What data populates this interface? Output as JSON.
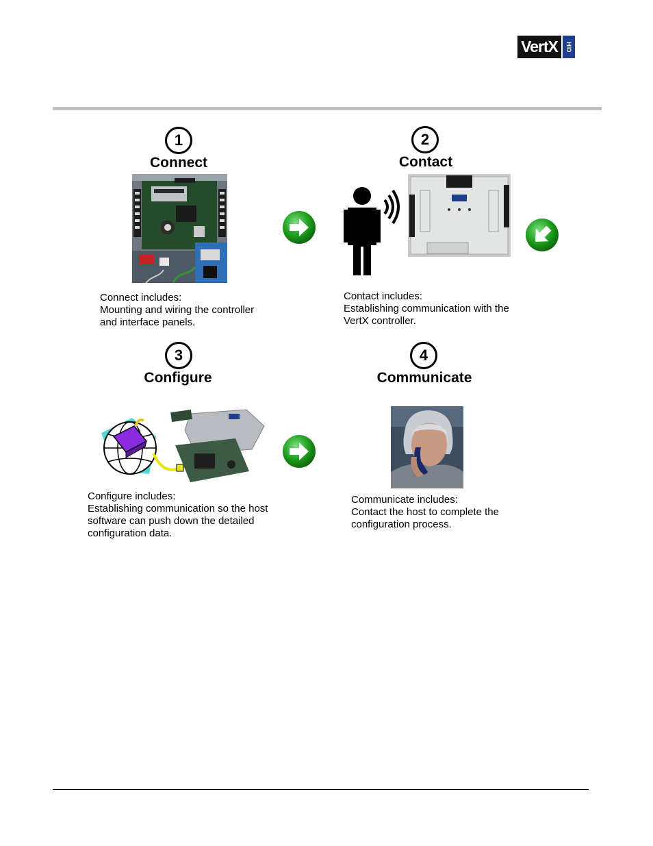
{
  "header": {
    "logo_main": "VertX",
    "logo_side": "HID"
  },
  "steps": [
    {
      "number": "1",
      "title": "Connect",
      "desc_lines": [
        "Connect includes:",
        "Mounting and wiring the controller",
        "and interface panels."
      ]
    },
    {
      "number": "2",
      "title": "Contact",
      "desc_lines": [
        "Contact includes:",
        "Establishing communication with the",
        "VertX controller."
      ]
    },
    {
      "number": "3",
      "title": "Configure",
      "desc_lines": [
        "Configure includes:",
        "Establishing communication so the host",
        "software can push down the detailed",
        "configuration data."
      ]
    },
    {
      "number": "4",
      "title": "Communicate",
      "desc_lines": [
        "Communicate includes:",
        "Contact the host to complete the",
        "configuration process."
      ]
    }
  ],
  "colors": {
    "arrow_green": "#1f9e1f",
    "rule_gray": "#c2c2c2",
    "logo_blue": "#1f3f8c"
  },
  "icons": {
    "arrow_1": "arrow-right-icon",
    "arrow_2": "arrow-down-left-icon",
    "arrow_3": "arrow-right-icon"
  }
}
